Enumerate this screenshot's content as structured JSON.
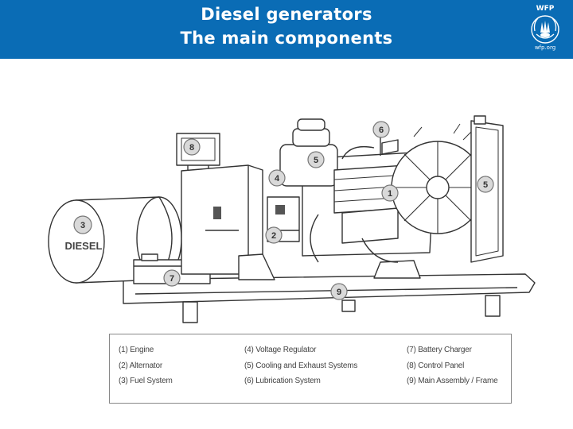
{
  "header": {
    "title_line1": "Diesel generators",
    "title_line2": "The main components",
    "background": "#0a6cb5"
  },
  "logo": {
    "top_text": "WFP",
    "bottom_text": "wfp.org",
    "icon": "wheat-hands-emblem-icon"
  },
  "diagram": {
    "tank_label": "DIESEL",
    "callouts": [
      "1",
      "2",
      "3",
      "4",
      "5",
      "5",
      "6",
      "7",
      "8",
      "9"
    ]
  },
  "legend": {
    "items": [
      "(1) Engine",
      "(2) Alternator",
      "(3) Fuel System",
      "(4) Voltage Regulator",
      "(5) Cooling and Exhaust Systems",
      "(6) Lubrication System",
      "(7) Battery Charger",
      "(8) Control Panel",
      "(9) Main Assembly / Frame"
    ]
  }
}
